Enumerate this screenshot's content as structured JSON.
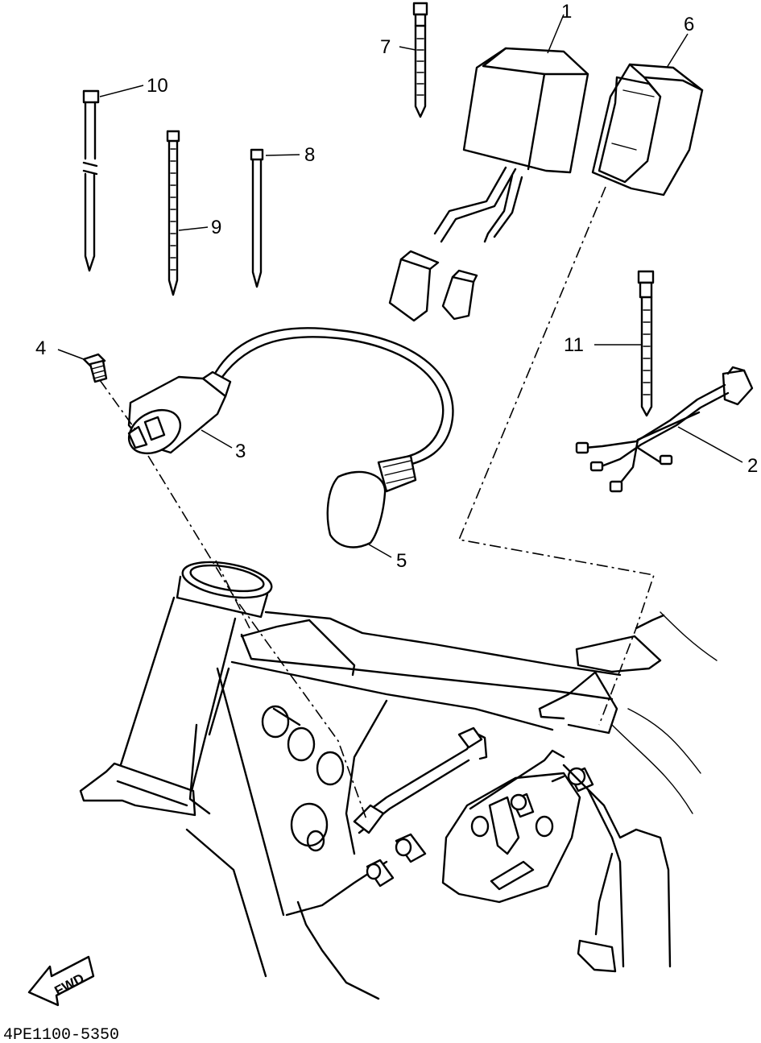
{
  "callouts": {
    "p1": "1",
    "p2": "2",
    "p3": "3",
    "p4": "4",
    "p5": "5",
    "p6": "6",
    "p7": "7",
    "p8": "8",
    "p9": "9",
    "p10": "10",
    "p11": "11"
  },
  "fwd_label": "FWD",
  "diagram_code": "4PE1100-5350"
}
